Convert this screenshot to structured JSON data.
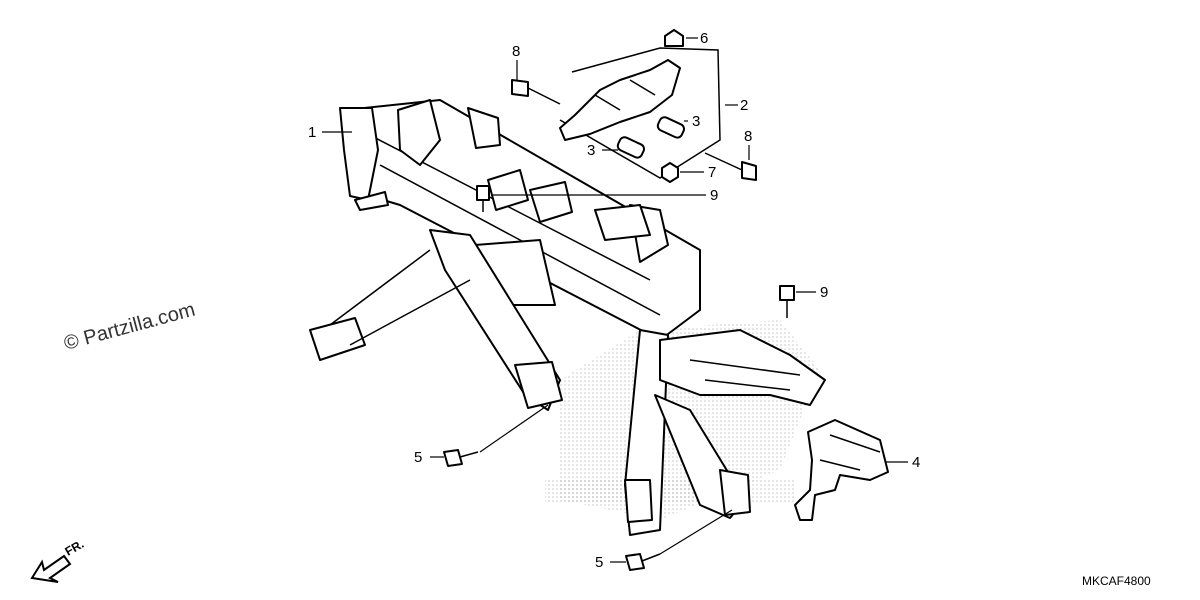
{
  "watermark": "© Partzilla.com",
  "diagram_code": "MKCAF4800",
  "front_marker": "FR.",
  "callouts": [
    "1",
    "2",
    "3",
    "3",
    "4",
    "5",
    "5",
    "6",
    "7",
    "8",
    "8",
    "9",
    "9"
  ],
  "colors": {
    "ink": "#000000",
    "background": "#ffffff",
    "stipple": "#b0b0b0"
  }
}
